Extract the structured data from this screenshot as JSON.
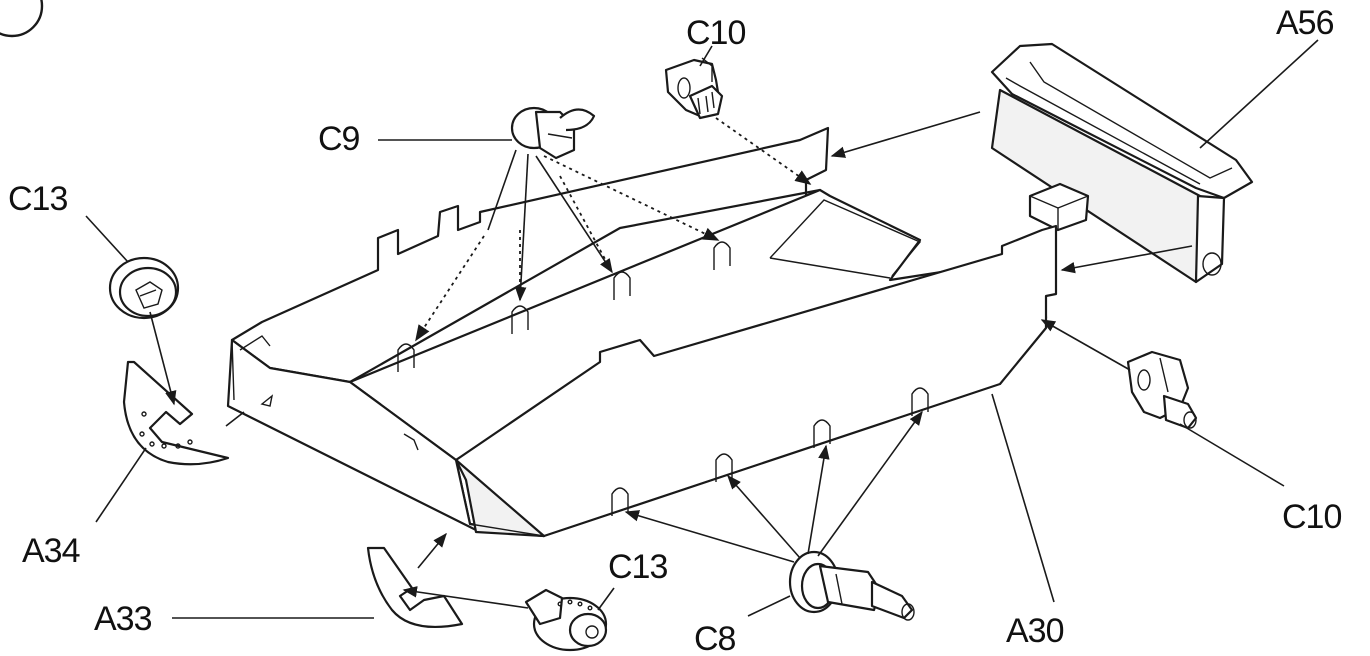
{
  "diagram": {
    "step_marker": "",
    "parts": {
      "a56": "A56",
      "c10_top": "C10",
      "c9": "C9",
      "c13_left": "C13",
      "a34": "A34",
      "a33": "A33",
      "c13_bottom": "C13",
      "c8": "C8",
      "a30": "A30",
      "c10_right": "C10"
    }
  }
}
